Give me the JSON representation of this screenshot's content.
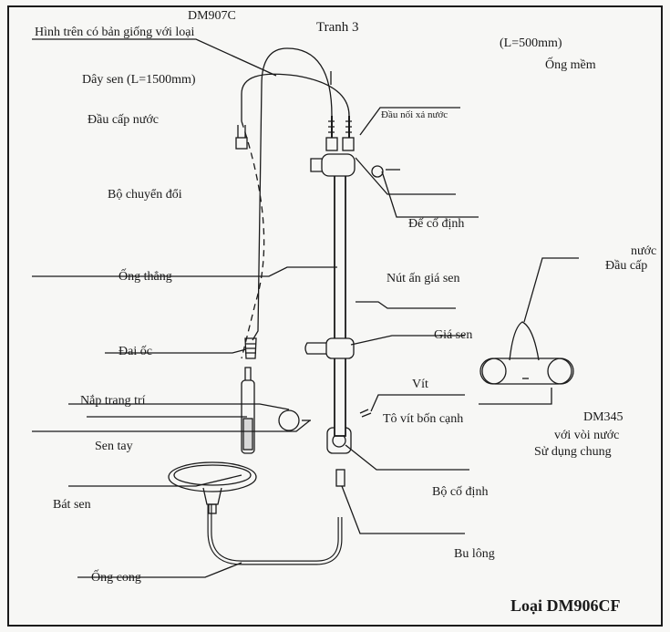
{
  "figure": {
    "title": "Loại DM906CF",
    "figure_label": "Tranh 3",
    "note_line1": "Hình trên có bản giống với loại",
    "note_line2": "DM907C"
  },
  "labels": {
    "ong_mem": "Ống mềm",
    "ong_mem_len": "(L=500mm)",
    "day_sen": "Dây sen (L=1500mm)",
    "dau_noi_xa_nuoc": "Đầu nối xả nước",
    "dau_cap_nuoc_top": "Đầu cấp nước",
    "bo_chuyen_doi": "Bộ chuyển đổi",
    "de_co_dinh": "Đế cố định",
    "ong_thang": "Ống thẳng",
    "nut_an_gia_sen": "Nút ấn giá sen",
    "dai_oc": "Đai ốc",
    "gia_sen": "Giá sen",
    "vit": "Vít",
    "nap_trang_tri": "Nắp trang trí",
    "to_vit_bon_canh": "Tô vít bốn cạnh",
    "sen_tay": "Sen tay",
    "bo_co_dinh": "Bộ cố định",
    "bat_sen": "Bát sen",
    "bu_long": "Bu lông",
    "ong_cong": "Ống cong",
    "dau_cap_nuoc_right_1": "Đầu cấp",
    "dau_cap_nuoc_right_2": "nước",
    "su_dung_chung_1": "Sử dụng chung",
    "su_dung_chung_2": "với vòi nước",
    "su_dung_chung_3": "DM345"
  }
}
